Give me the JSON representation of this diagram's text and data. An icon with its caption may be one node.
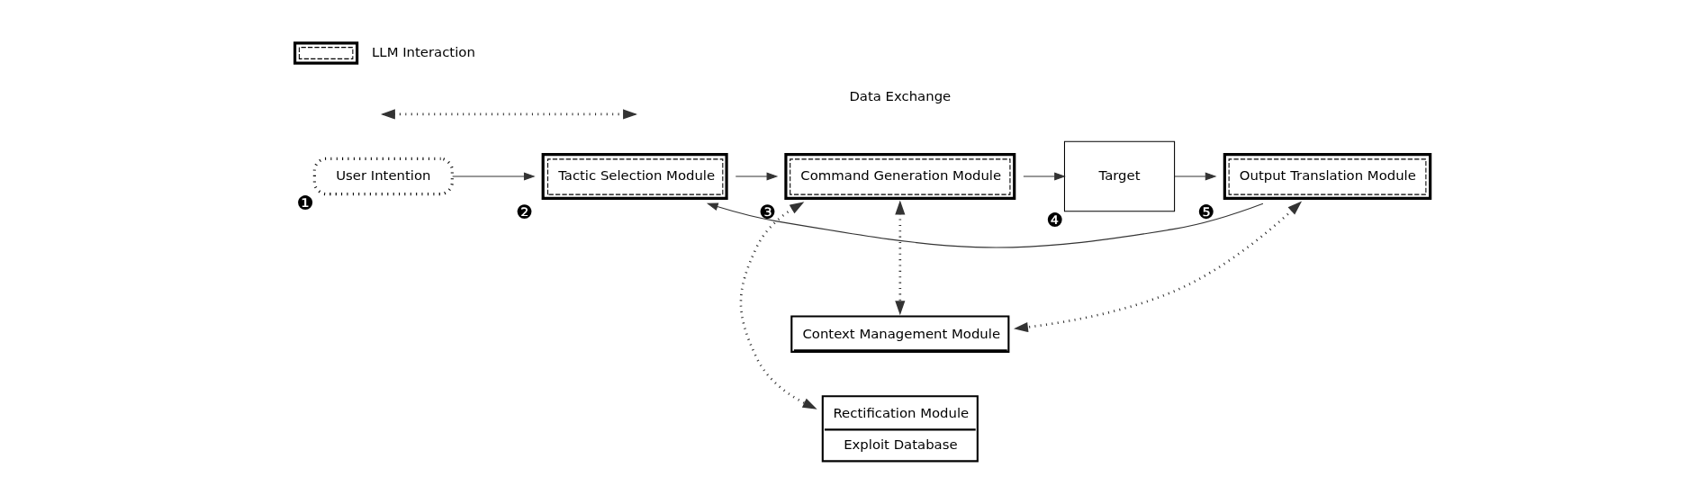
{
  "diagram": {
    "nodes": [
      {
        "text": [
          "User Intention"
        ],
        "beside": [
          "❶"
        ]
      },
      {
        "text": [
          "Tactic Selection Module"
        ],
        "beside": [
          "❷"
        ]
      },
      {
        "text": [
          "Command Generation Module"
        ],
        "beside": [
          "❸"
        ]
      },
      {
        "text": [
          "Target"
        ],
        "beside": [
          "❹"
        ]
      },
      {
        "text": [
          "Output Translation Module"
        ],
        "beside": [
          "❺"
        ]
      },
      {
        "text": [
          "Rectification Module",
          "Exploit Database"
        ]
      },
      {
        "text": [
          "Context Management Module"
        ]
      }
    ],
    "edges": [
      {
        "from": 0,
        "to": 1,
        "arrow": "to"
      },
      {
        "from": 1,
        "to": 2,
        "arrow": "to"
      },
      {
        "from": 2,
        "to": 3,
        "arrow": "to"
      },
      {
        "from": 3,
        "to": 4,
        "arrow": "to"
      },
      {
        "from": 4,
        "to": 1,
        "arrow": "to"
      },
      {
        "from": 2,
        "to": 5,
        "arrow": "both",
        "style": "dashed"
      },
      {
        "from": 2,
        "to": 6,
        "arrow": "both",
        "style": "dashed"
      },
      {
        "from": 4,
        "to": 6,
        "arrow": "both",
        "style": "dashed"
      }
    ],
    "legend": [
      {
        "text": "LLM Interaction"
      },
      {
        "text": "Data Exchange"
      }
    ]
  }
}
